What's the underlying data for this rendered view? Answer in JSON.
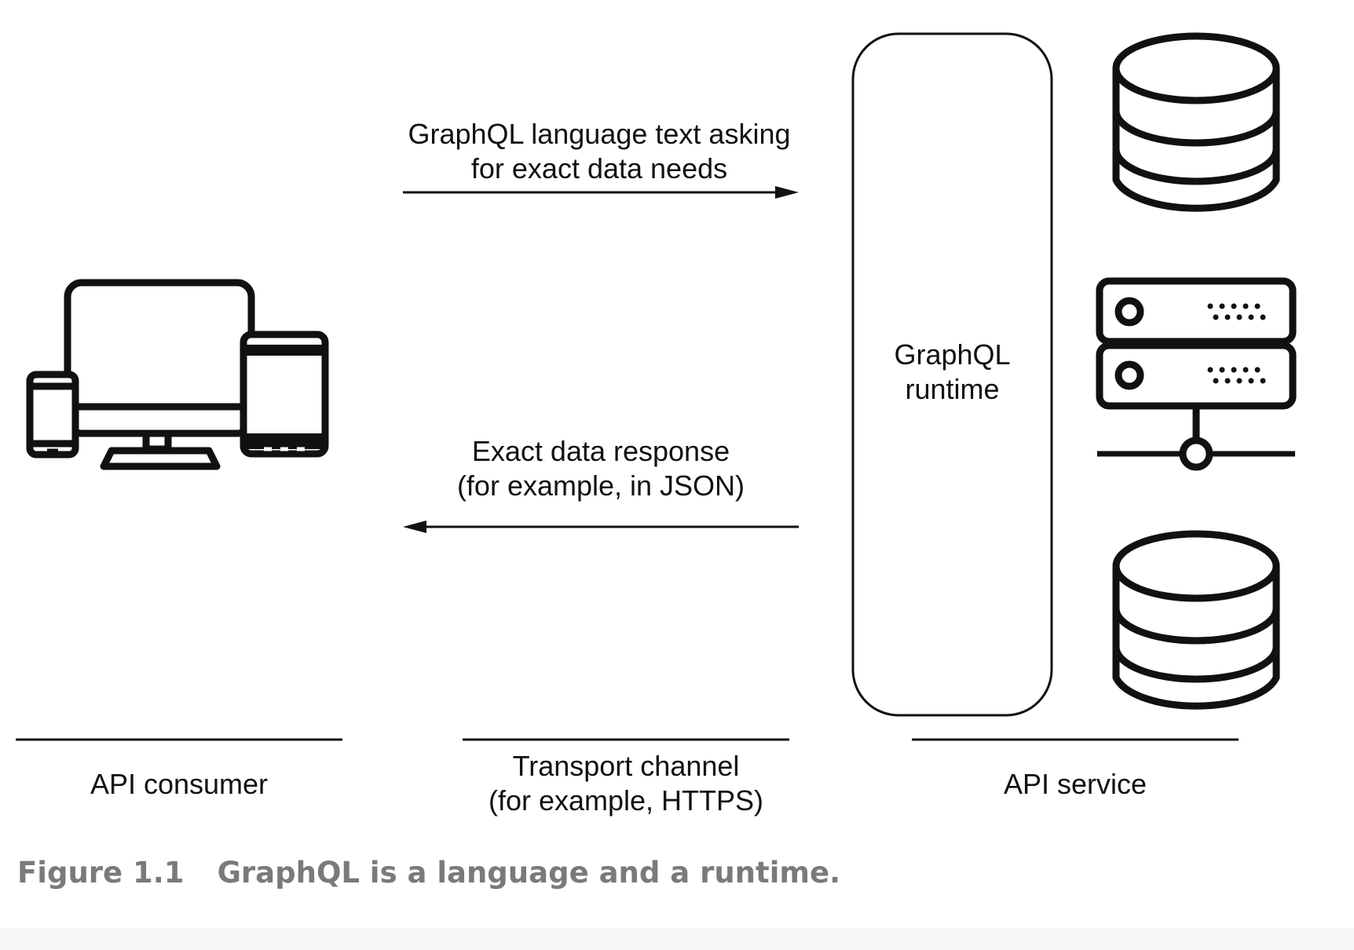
{
  "labels": {
    "request": [
      "GraphQL language text asking",
      "for exact data needs"
    ],
    "response": [
      "Exact data response",
      "(for example, in JSON)"
    ],
    "runtime": [
      "GraphQL",
      "runtime"
    ],
    "api_consumer": "API consumer",
    "transport": [
      "Transport channel",
      "(for example, HTTPS)"
    ],
    "api_service": "API service"
  },
  "caption": {
    "figure_number": "Figure 1.1",
    "text": "GraphQL is a language and a runtime."
  },
  "colors": {
    "ink": "#111111",
    "caption": "#7a7a7a"
  },
  "icons": [
    "devices-icon",
    "database-icon",
    "server-icon",
    "database-icon"
  ]
}
